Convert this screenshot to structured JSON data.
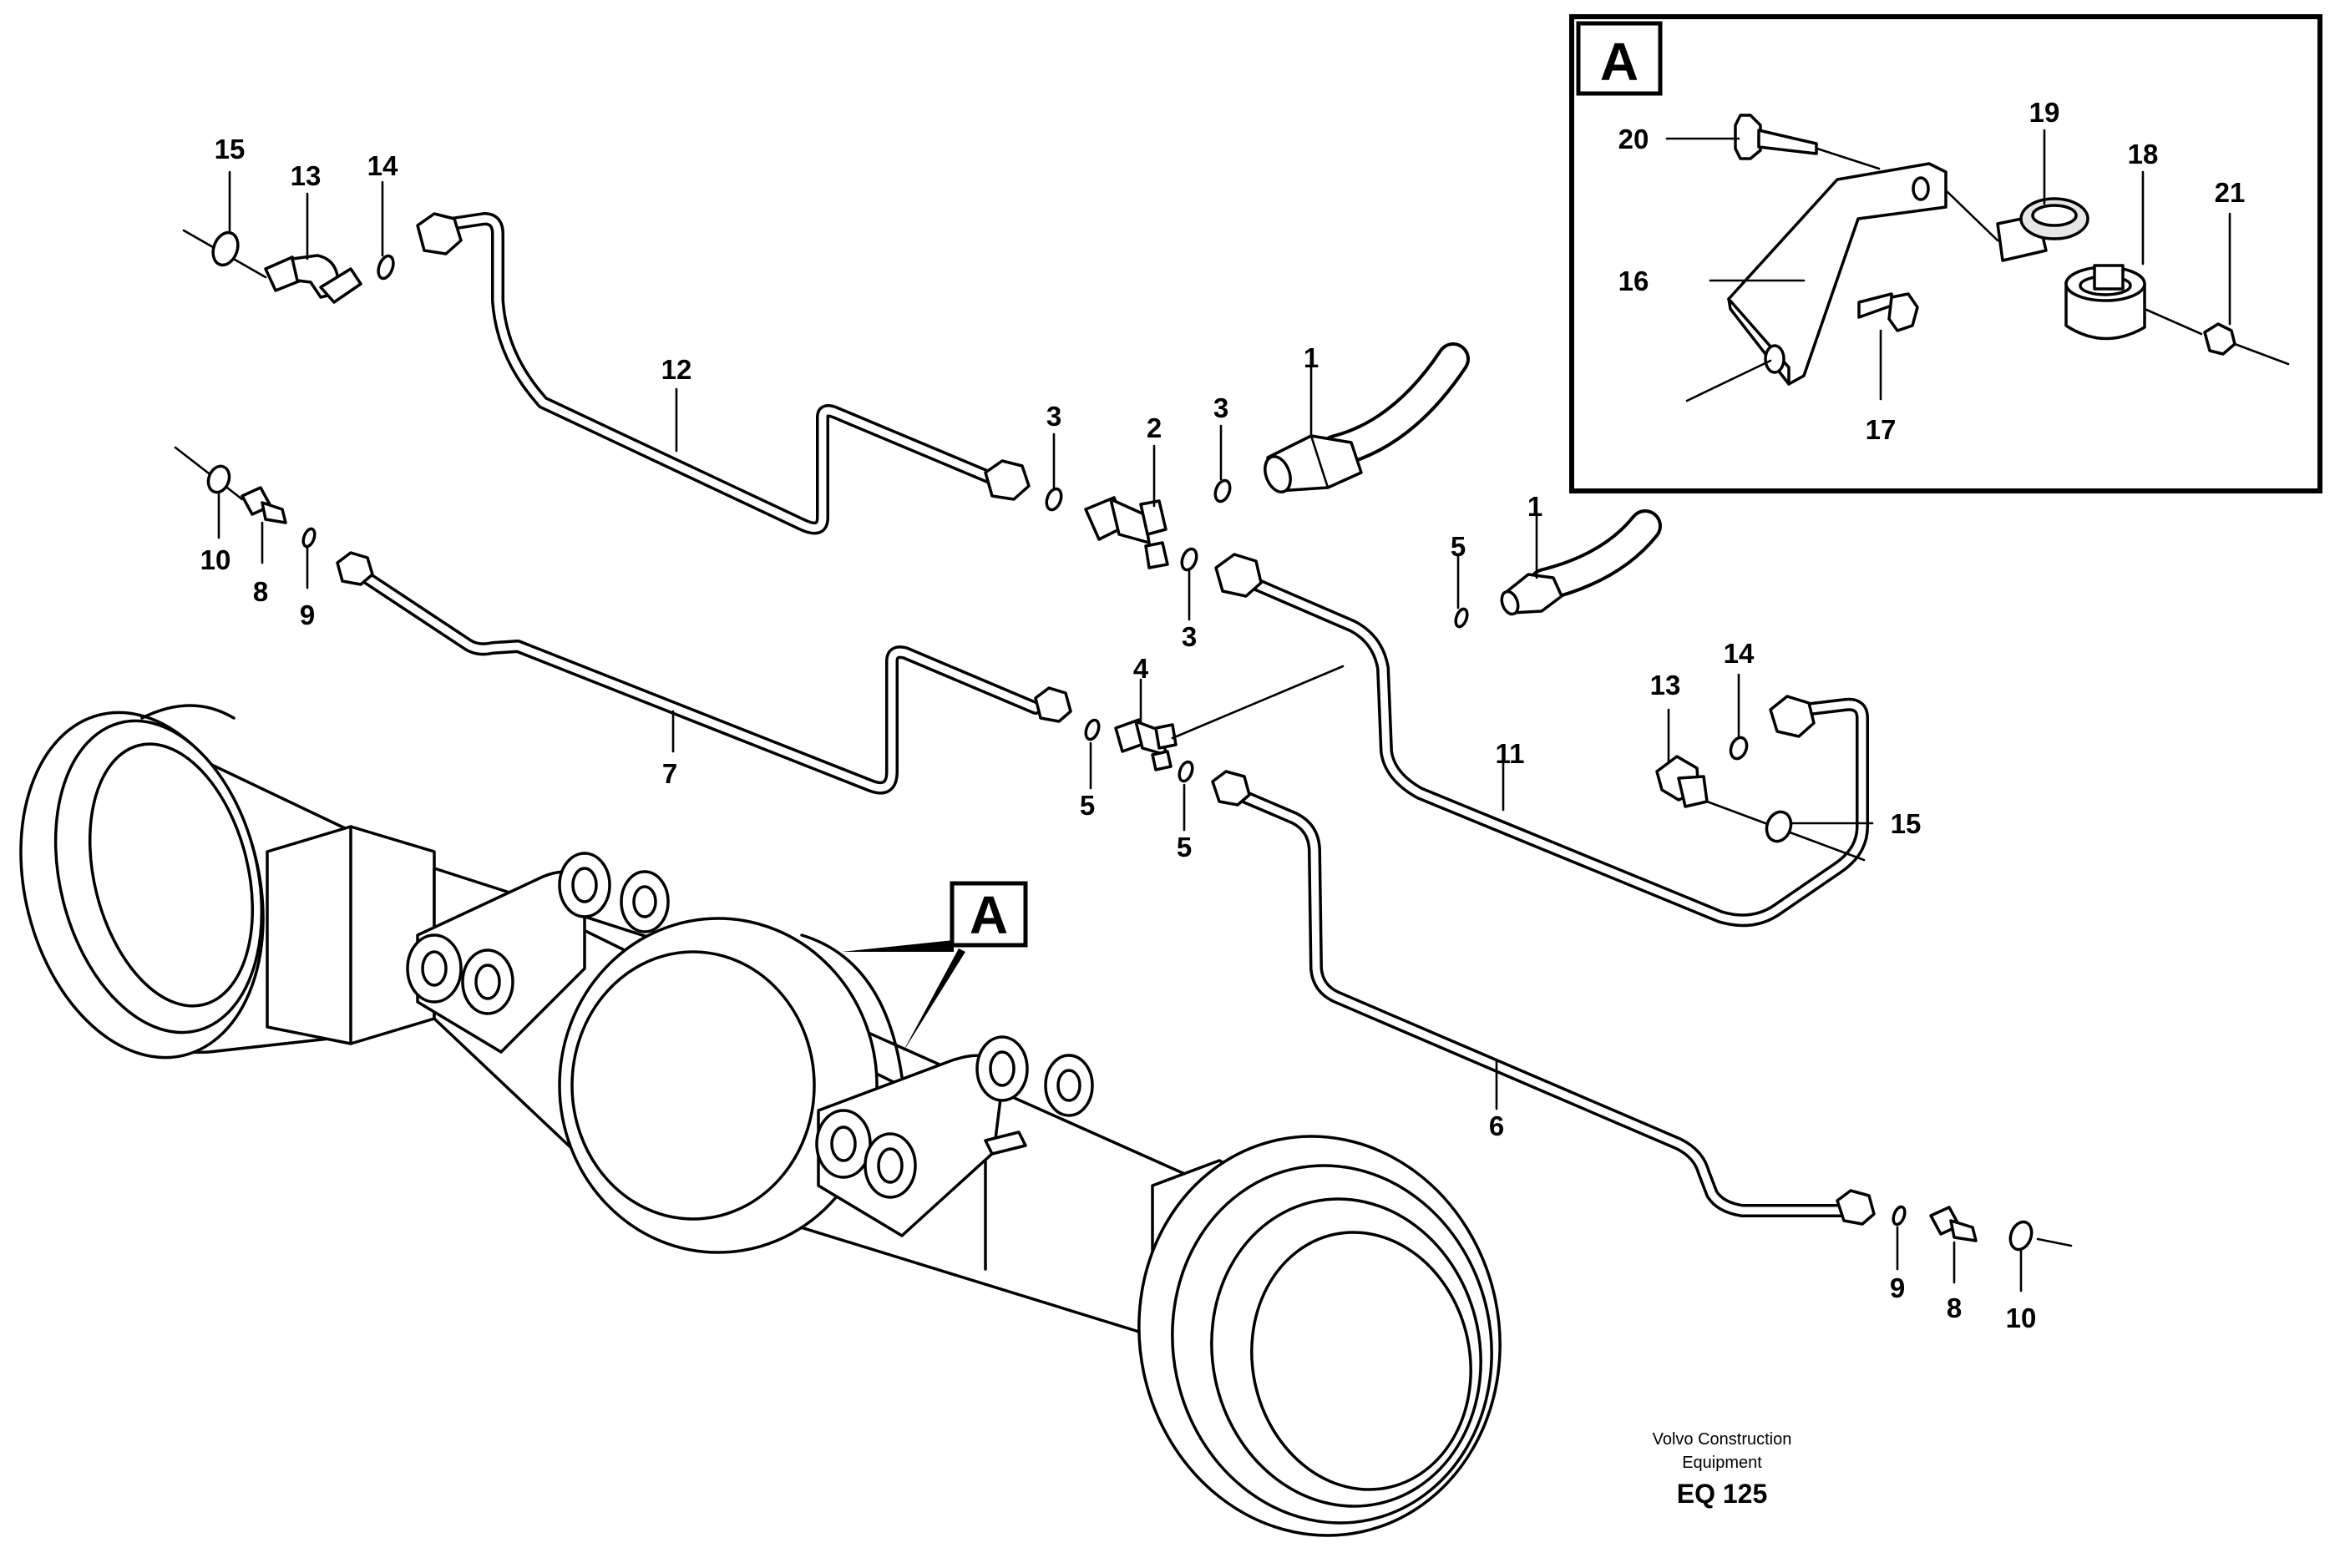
{
  "detail": {
    "label": "A"
  },
  "view_marker": {
    "label": "A"
  },
  "callouts": {
    "hose_upper": "1",
    "hose_lower": "1",
    "tee_upper": "2",
    "washer_3a": "3",
    "washer_3b": "3",
    "washer_3c": "3",
    "tee_lower": "4",
    "washer_5a": "5",
    "washer_5b": "5",
    "washer_5c": "5",
    "pipe_right": "6",
    "pipe_left": "7",
    "nipple_left": "8",
    "nipple_right": "8",
    "washer_9_left": "9",
    "washer_9_right": "9",
    "ring_10_left": "10",
    "ring_10_right": "10",
    "pipe_lower_right": "11",
    "pipe_upper_left": "12",
    "elbow_left": "13",
    "elbow_right": "13",
    "washer_14_left": "14",
    "washer_14_right": "14",
    "ring_15_left": "15",
    "ring_15_right": "15",
    "bracket": "16",
    "screw_17": "17",
    "clamp_half": "18",
    "clamp": "19",
    "screw_20": "20",
    "nut_21": "21"
  },
  "footer": {
    "brand_line1": "Volvo Construction",
    "brand_line2": "Equipment",
    "code": "EQ 125"
  }
}
